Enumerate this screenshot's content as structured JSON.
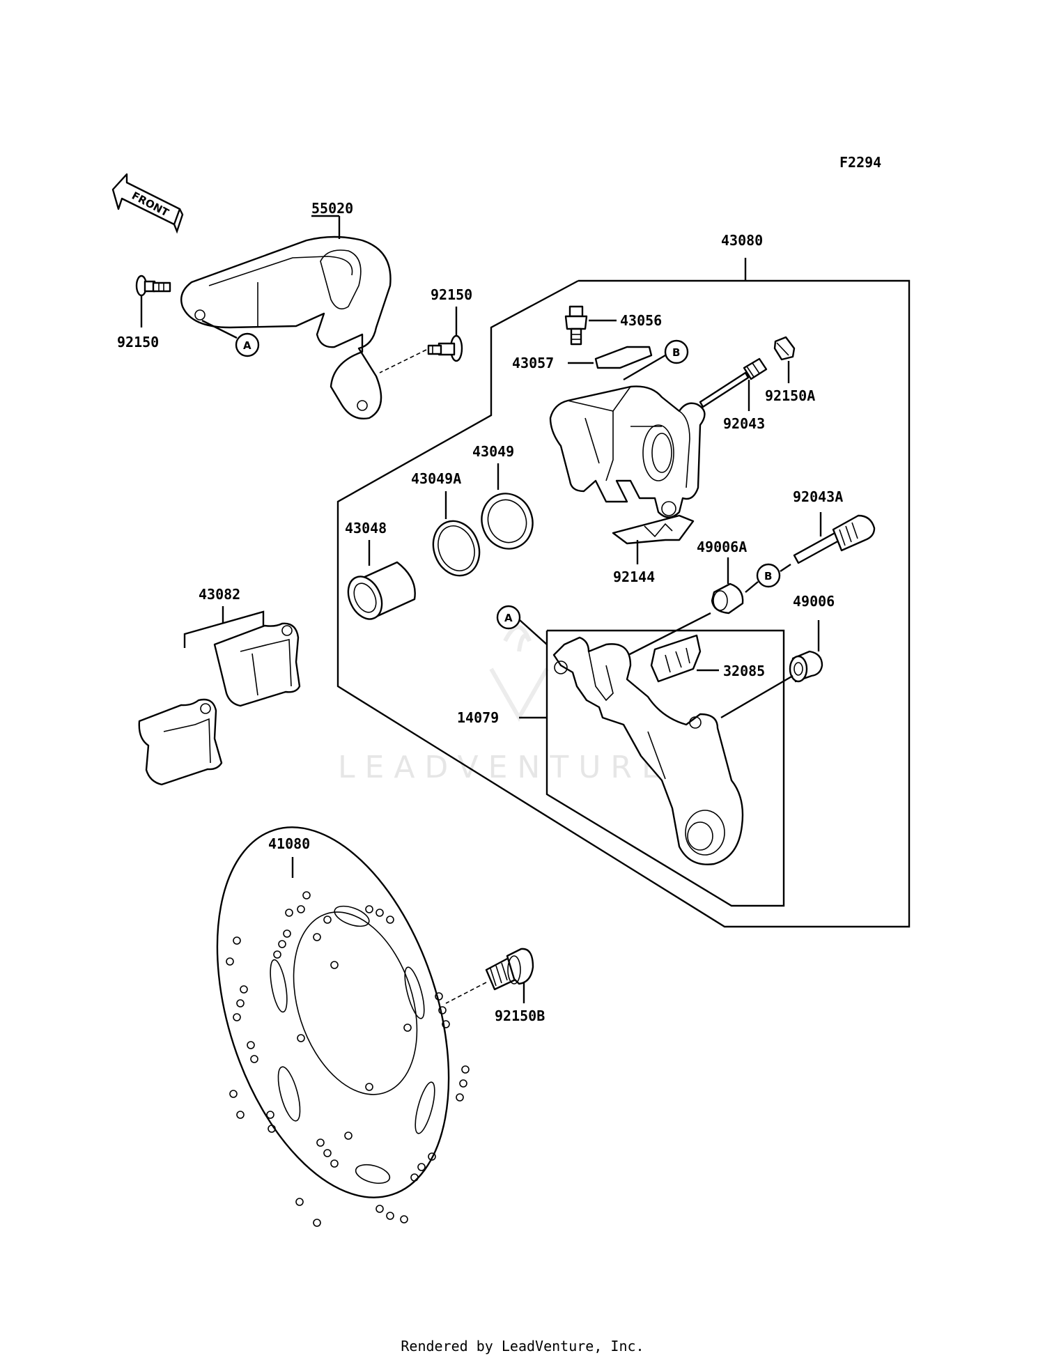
{
  "figure_code": "F2294",
  "front_arrow_text": "FRONT",
  "watermark_text": "LEADVENTURE",
  "ref_marks": {
    "a": "A",
    "b": "B"
  },
  "parts": {
    "p55020": "55020",
    "p92150_left": "92150",
    "p92150_right": "92150",
    "p43080": "43080",
    "p43056": "43056",
    "p43057": "43057",
    "p92150A": "92150A",
    "p92043": "92043",
    "p43049": "43049",
    "p43049A": "43049A",
    "p43048": "43048",
    "p92043A": "92043A",
    "p92144": "92144",
    "p49006A": "49006A",
    "p49006": "49006",
    "p43082": "43082",
    "p32085": "32085",
    "p14079": "14079",
    "p41080": "41080",
    "p92150B": "92150B"
  },
  "footer": "Rendered by LeadVenture, Inc."
}
